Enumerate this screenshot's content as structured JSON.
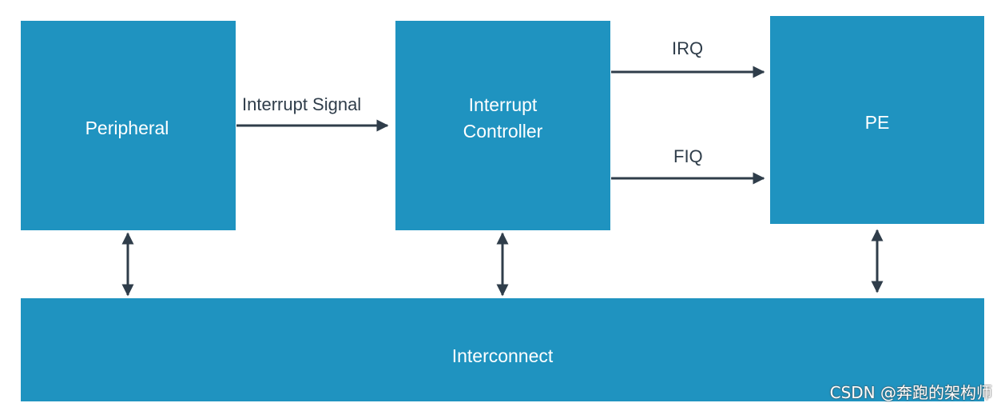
{
  "blocks": {
    "peripheral": "Peripheral",
    "controller_line1": "Interrupt",
    "controller_line2": "Controller",
    "pe": "PE",
    "interconnect": "Interconnect"
  },
  "signals": {
    "interrupt_signal": "Interrupt Signal",
    "irq": "IRQ",
    "fiq": "FIQ"
  },
  "watermark": "CSDN @奔跑的架构师",
  "colors": {
    "block_fill": "#1f93c0",
    "block_text": "#ffffff",
    "arrow": "#2f3d4a"
  }
}
